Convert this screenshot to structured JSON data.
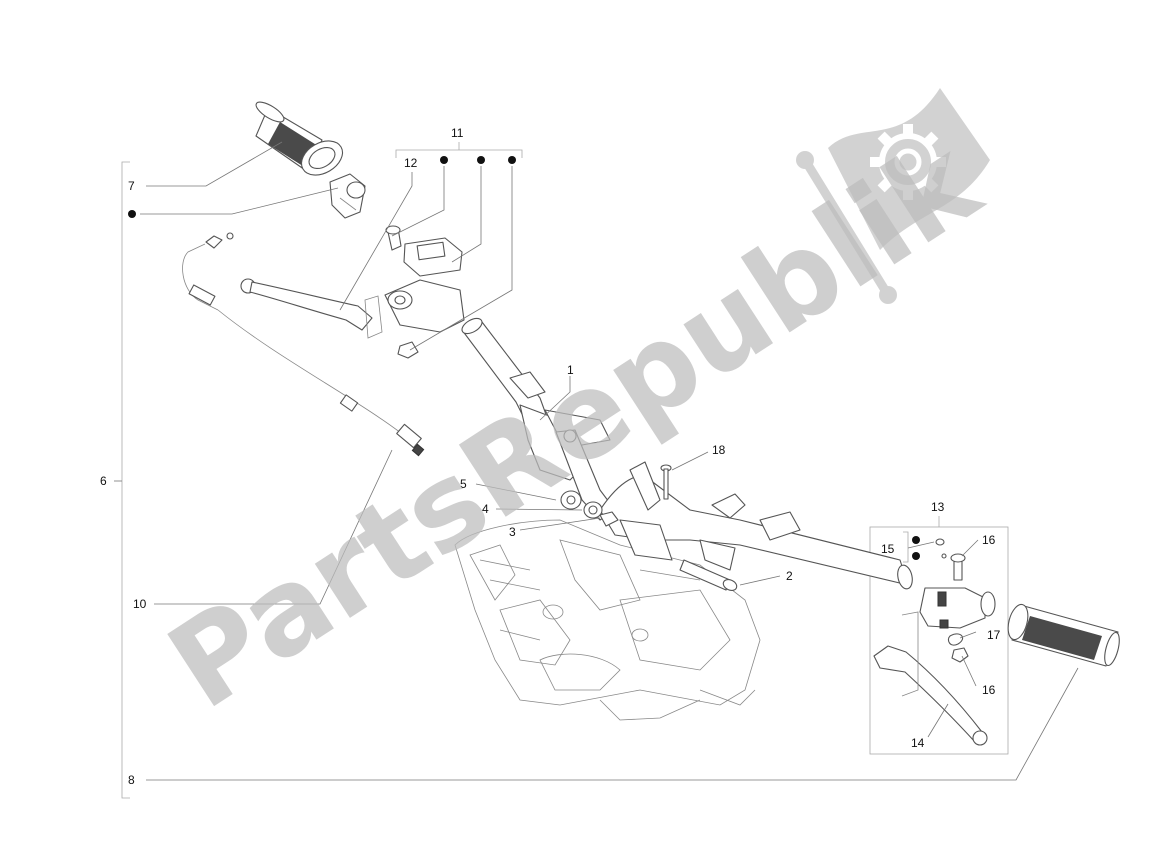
{
  "watermark": {
    "text": "PartsRepublik",
    "color": "#bdbdbd"
  },
  "colors": {
    "line": "#555555",
    "label": "#111111",
    "background": "#ffffff"
  },
  "callouts": {
    "c1": "1",
    "c2": "2",
    "c3": "3",
    "c4": "4",
    "c5": "5",
    "c6": "6",
    "c7": "7",
    "c8": "8",
    "c10": "10",
    "c11": "11",
    "c12": "12",
    "c13": "13",
    "c14": "14",
    "c15": "15",
    "c16a": "16",
    "c16b": "16",
    "c17": "17",
    "c18": "18"
  },
  "icons": [
    "gear-flag-icon",
    "bullet-icon"
  ]
}
